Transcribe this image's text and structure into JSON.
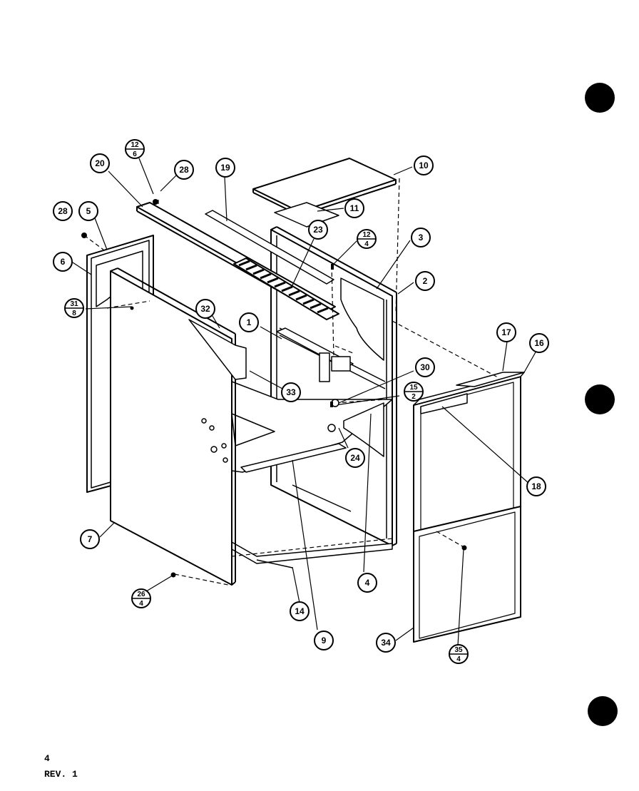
{
  "callouts": {
    "c1": "1",
    "c2": "2",
    "c3": "3",
    "c4": "4",
    "c5": "5",
    "c6": "6",
    "c7": "7",
    "c9": "9",
    "c10": "10",
    "c11": "11",
    "c14": "14",
    "c16": "16",
    "c17": "17",
    "c18": "18",
    "c19": "19",
    "c20": "20",
    "c23": "23",
    "c24": "24",
    "c28a": "28",
    "c28b": "28",
    "c30": "30",
    "c32": "32",
    "c33": "33",
    "c34": "34"
  },
  "fractions": {
    "f12_6": {
      "top": "12",
      "bottom": "6"
    },
    "f12_4": {
      "top": "12",
      "bottom": "4"
    },
    "f31_8": {
      "top": "31",
      "bottom": "8"
    },
    "f15_2": {
      "top": "15",
      "bottom": "2"
    },
    "f26_4": {
      "top": "26",
      "bottom": "4"
    },
    "f35_4": {
      "top": "35",
      "bottom": "4"
    }
  },
  "footer": {
    "page_number": "4",
    "revision": "REV. 1"
  }
}
